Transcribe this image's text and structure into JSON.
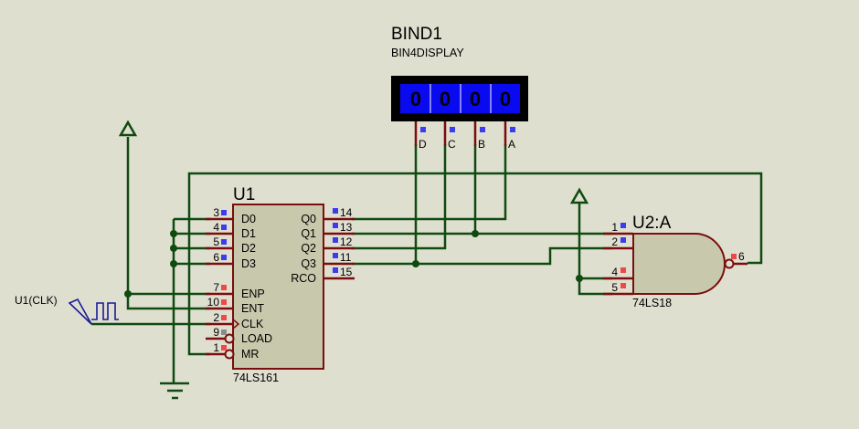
{
  "display": {
    "ref": "BIND1",
    "type": "BIN4DISPLAY",
    "digits": [
      "0",
      "0",
      "0",
      "0"
    ],
    "pins": [
      "D",
      "C",
      "B",
      "A"
    ],
    "segment_color": "#0a0af0"
  },
  "counter": {
    "ref": "U1",
    "type": "74LS161",
    "left_pins": [
      {
        "num": "3",
        "name": "D0",
        "state": "blue"
      },
      {
        "num": "4",
        "name": "D1",
        "state": "blue"
      },
      {
        "num": "5",
        "name": "D2",
        "state": "blue"
      },
      {
        "num": "6",
        "name": "D3",
        "state": "blue"
      },
      {
        "num": "7",
        "name": "ENP",
        "state": "red"
      },
      {
        "num": "10",
        "name": "ENT",
        "state": "red"
      },
      {
        "num": "2",
        "name": "CLK",
        "state": "red"
      },
      {
        "num": "9",
        "name": "LOAD",
        "state": "grey"
      },
      {
        "num": "1",
        "name": "MR",
        "state": "red"
      }
    ],
    "right_pins": [
      {
        "num": "14",
        "name": "Q0",
        "state": "blue"
      },
      {
        "num": "13",
        "name": "Q1",
        "state": "blue"
      },
      {
        "num": "12",
        "name": "Q2",
        "state": "blue"
      },
      {
        "num": "11",
        "name": "Q3",
        "state": "blue"
      },
      {
        "num": "15",
        "name": "RCO",
        "state": "blue"
      }
    ]
  },
  "gate": {
    "ref": "U2:A",
    "type": "74LS18",
    "pins": [
      {
        "num": "1",
        "state": "blue"
      },
      {
        "num": "2",
        "state": "blue"
      },
      {
        "num": "4",
        "state": "red"
      },
      {
        "num": "5",
        "state": "red"
      },
      {
        "num": "6",
        "state": "red"
      }
    ]
  },
  "clock": {
    "label": "U1(CLK)"
  },
  "colors": {
    "wire": "#0f4a0f",
    "pin": "#7a0d0d",
    "body": "#c8c8ad",
    "background": "#dfdfd0"
  }
}
